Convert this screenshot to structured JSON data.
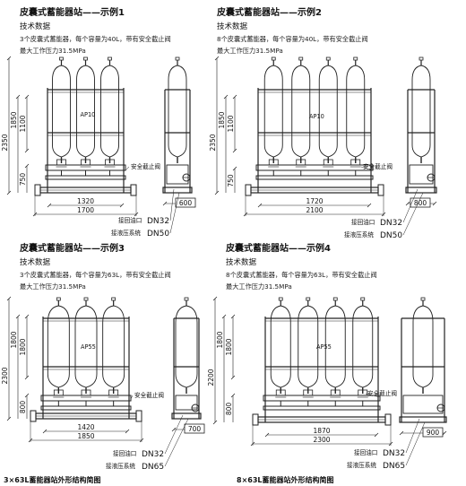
{
  "examples": [
    {
      "title": "皮囊式蓄能器站——示例1",
      "spec_heading": "技术数据",
      "spec_line1": "3个皮囊式蓄能器，每个容量为40L，带有安全截止阀",
      "spec_line2": "最大工作压力31.5MPa",
      "acc_count": 3,
      "dims": {
        "h_total": "2350",
        "h_mid": "1850",
        "h_top": "1100",
        "h_base": "750",
        "w_inner": "1320",
        "w_outer": "1700",
        "w_side": "600"
      },
      "label_valve": "安全截止阀",
      "label_bottle": "AP10",
      "label_oil": "接回油口",
      "label_oil_dn": "DN32",
      "label_hyd": "接液压系统",
      "label_hyd_dn": "DN50"
    },
    {
      "title": "皮囊式蓄能器站——示例2",
      "spec_heading": "技术数据",
      "spec_line1": "8个皮囊式蓄能器，每个容量为40L，带有安全截止阀",
      "spec_line2": "最大工作压力31.5MPa",
      "acc_count": 4,
      "dims": {
        "h_total": "2350",
        "h_mid": "1850",
        "h_top": "1100",
        "h_base": "750",
        "w_inner": "1720",
        "w_outer": "2100",
        "w_side": "800"
      },
      "label_valve": "安全截止阀",
      "label_bottle": "AP10",
      "label_oil": "接回油口",
      "label_oil_dn": "DN32",
      "label_hyd": "接液压系统",
      "label_hyd_dn": "DN50"
    },
    {
      "title": "皮囊式蓄能器站——示例3",
      "spec_heading": "技术数据",
      "spec_line1": "3个皮囊式蓄能器，每个容量为63L，带有安全截止阀",
      "spec_line2": "最大工作压力31.5MPa",
      "acc_count": 3,
      "dims": {
        "h_total": "2300",
        "h_mid": "1800",
        "h_top": "1800",
        "h_base": "800",
        "w_inner": "1420",
        "w_outer": "1850",
        "w_side": "700"
      },
      "label_valve": "安全截止阀",
      "label_bottle": "AP55",
      "label_oil": "接回油口",
      "label_oil_dn": "DN32",
      "label_hyd": "接液压系统",
      "label_hyd_dn": "DN65",
      "caption": "3×63L蓄能器站外形结构简图"
    },
    {
      "title": "皮囊式蓄能器站——示例4",
      "spec_heading": "技术数据",
      "spec_line1": "8个皮囊式蓄能器，每个容量为63L，带有安全截止阀",
      "spec_line2": "最大工作压力31.5MPa",
      "acc_count": 4,
      "dims": {
        "h_total": "2200",
        "h_mid": "1800",
        "h_top": "1800",
        "h_base": "800",
        "w_inner": "1870",
        "w_outer": "2300",
        "w_side": "900"
      },
      "label_valve": "安全截止阀",
      "label_bottle": "AP55",
      "label_oil": "接回油口",
      "label_oil_dn": "DN32",
      "label_hyd": "接液压系统",
      "label_hyd_dn": "DN65",
      "caption": "8×63L蓄能器站外形结构简图"
    }
  ]
}
